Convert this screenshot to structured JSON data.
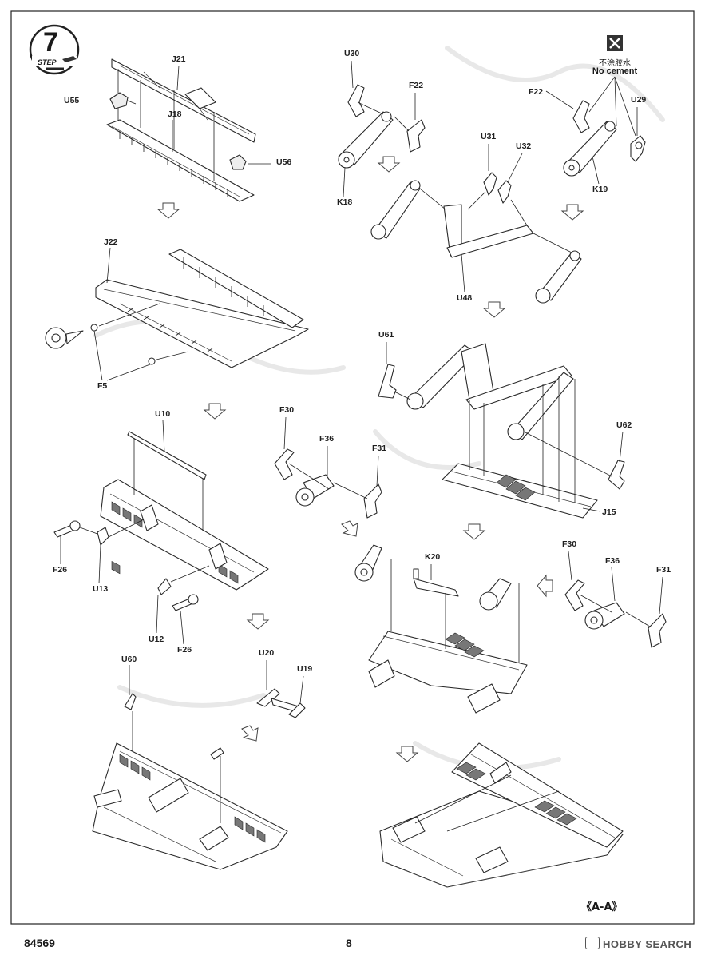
{
  "step": {
    "number": "7",
    "word": "STEP"
  },
  "notice": {
    "chinese": "不涂胶水",
    "english": "No cement"
  },
  "section": "《A-A》",
  "footer": {
    "code": "84569",
    "page": "8",
    "watermark": "HOBBY SEARCH"
  },
  "labels": {
    "J21": "J21",
    "J18": "J18",
    "U55": "U55",
    "U56": "U56",
    "J22": "J22",
    "F5": "F5",
    "U10": "U10",
    "F26a": "F26",
    "U13": "U13",
    "U12": "U12",
    "F26b": "F26",
    "F30a": "F30",
    "F36a": "F36",
    "F31a": "F31",
    "U60": "U60",
    "U20": "U20",
    "U19": "U19",
    "U30": "U30",
    "F22a": "F22",
    "K18": "K18",
    "F22b": "F22",
    "U29": "U29",
    "K19": "K19",
    "U31": "U31",
    "U32": "U32",
    "U48": "U48",
    "U61": "U61",
    "U62": "U62",
    "J15": "J15",
    "F30b": "F30",
    "F36b": "F36",
    "F31b": "F31",
    "K20": "K20"
  }
}
